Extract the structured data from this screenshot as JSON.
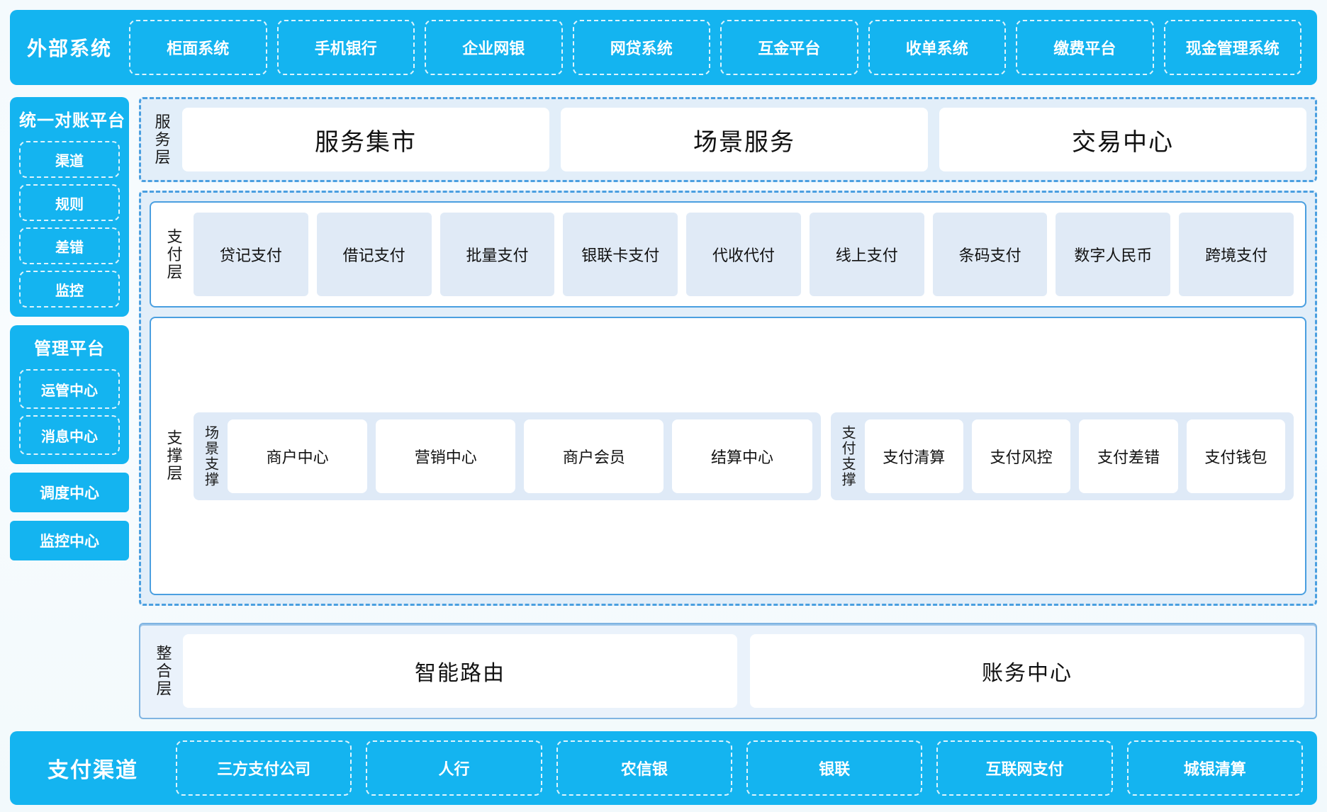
{
  "external": {
    "title": "外部系统",
    "items": [
      "柜面系统",
      "手机银行",
      "企业网银",
      "网贷系统",
      "互金平台",
      "收单系统",
      "缴费平台",
      "现金管理系统"
    ]
  },
  "sidebar": {
    "recon": {
      "title": "统一对账平台",
      "items": [
        "渠道",
        "规则",
        "差错",
        "监控"
      ]
    },
    "mgmt": {
      "title": "管理平台",
      "items": [
        "运管中心",
        "消息中心"
      ]
    },
    "standalone": [
      "调度中心",
      "监控中心"
    ]
  },
  "service_layer": {
    "label": "服务层",
    "cards": [
      "服务集市",
      "场景服务",
      "交易中心"
    ]
  },
  "payment_layer": {
    "label": "支付层",
    "tiles": [
      "贷记支付",
      "借记支付",
      "批量支付",
      "银联卡支付",
      "代收代付",
      "线上支付",
      "条码支付",
      "数字人民币",
      "跨境支付"
    ]
  },
  "support_layer": {
    "label": "支撑层",
    "groups": [
      {
        "label": "场景支撑",
        "cards": [
          "商户中心",
          "营销中心",
          "商户会员",
          "结算中心"
        ]
      },
      {
        "label": "支付支撑",
        "cards": [
          "支付清算",
          "支付风控",
          "支付差错",
          "支付钱包"
        ]
      }
    ]
  },
  "integration_layer": {
    "label": "整合层",
    "cards": [
      "智能路由",
      "账务中心"
    ]
  },
  "channels": {
    "title": "支付渠道",
    "items": [
      "三方支付公司",
      "人行",
      "农信银",
      "银联",
      "互联网支付",
      "城银清算"
    ]
  },
  "colors": {
    "brand_blue": "#14b4f0",
    "dash_blue": "#4a9fe0",
    "tile_blue": "#e0eaf6",
    "group_bg": "#e2eef9"
  }
}
